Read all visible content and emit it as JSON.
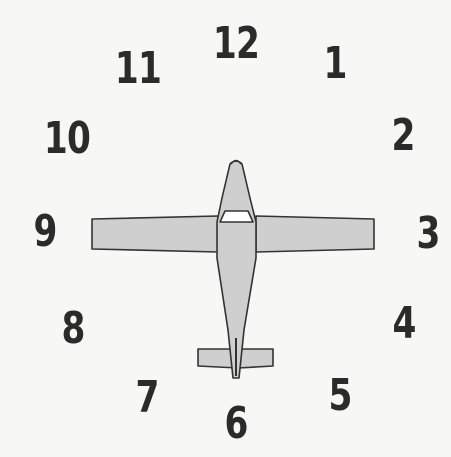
{
  "clock_face": {
    "numbers": [
      "12",
      "1",
      "2",
      "3",
      "4",
      "5",
      "6",
      "7",
      "8",
      "9",
      "10",
      "11"
    ]
  },
  "airplane": {
    "icon": "airplane-top-view-icon",
    "fill_color": "#cfcfcf",
    "outline_color": "#333333"
  },
  "colors": {
    "background": "#f7f7f5",
    "numbers": "#2b2b2b"
  }
}
